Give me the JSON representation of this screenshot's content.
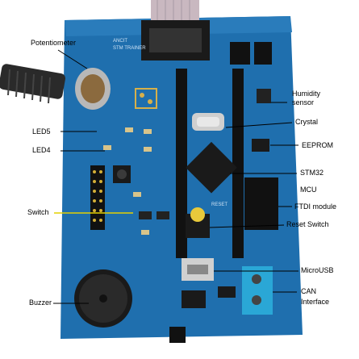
{
  "labels": {
    "potentiometer": "Potentiometer",
    "led5": "LED5",
    "led4": "LED4",
    "switch": "Switch",
    "buzzer": "Buzzer",
    "humidity_1": "Humidity",
    "humidity_2": "sensor",
    "crystal": "Crystal",
    "eeprom": "EEPROM",
    "stm32_1": "STM32",
    "stm32_2": "MCU",
    "ftdi": "FTDI module",
    "reset_switch": "Reset Switch",
    "microusb": "MicroUSB",
    "can_1": "CAN",
    "can_2": "Interface"
  },
  "board_silkscreen": {
    "line1": "ANCIT",
    "line2": "STM TRAINER",
    "reset": "RESET"
  },
  "colors": {
    "board": "#1f6fae",
    "board_dark": "#174f86",
    "connector_blue": "#2aa7d6",
    "background": "#ffffff"
  }
}
